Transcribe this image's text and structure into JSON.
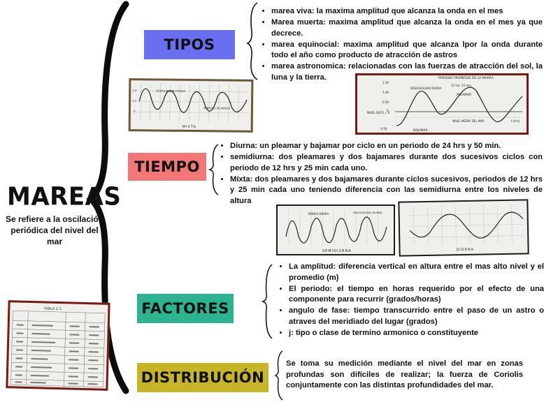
{
  "main": {
    "title": "MAREAS",
    "subtitle": "Se refiere a la oscilación periódica del nivel del mar"
  },
  "sections": {
    "tipos": {
      "label": "TIPOS",
      "color": "#6a6ff2",
      "items": [
        "marea viva: la maxima amplitud que alcanza la onda en el mes",
        "Marea muerta: maxima amplitud que alcanza la onda en el mes ya que decrece.",
        "marea equinocial: maxima amplitud que alcanza lpor la onda durante todo el año como producto de atracción de astros",
        "marea astronomica: relacionadas con las fuerzas de atracción del sol, la luna y la tierra."
      ]
    },
    "tiempo": {
      "label": "TIEMPO",
      "color": "#f37777",
      "items": [
        "Diurna: un pleamar y bajamar por ciclo en un periodo de 24 hrs y 50 min.",
        "semidiurna: dos pleamares y dos bajamares durante dos sucesivos ciclos con periodo de 12 hrs y 25 min cada uno.",
        "Mixta: dos pleamares y dos bajamares durante ciclos sucesivos, periodos de 12 hrs y 25 min cada uno teniendo diferencia con las semidiurna entre los niveles de altura"
      ]
    },
    "factores": {
      "label": "FACTORES",
      "color": "#2bb48f",
      "items": [
        "La amplitud: diferencia vertical en altura entre el mas alto nivel y el promedio (m)",
        "El periodo: el tiempo en horas requerido por el efecto de una componente para recurrir (grados/horas)",
        "angulo de fase: tiempo transcurrido entre el paso de un astro o atraves del meridiado del lugar (grados)",
        "j: tipo o clase de termino armonico o constituyente"
      ]
    },
    "distribucion": {
      "label": "DISTRIBUCIÓN",
      "color": "#c6b526",
      "text": "Se toma su medición mediante el nivel del mar en zonas profundas son difíciles de realizar; la fuerza de Coriolis conjuntamente con las distintas profundidades del mar."
    }
  },
  "figures": {
    "mixta": {
      "caption": "MIXTA",
      "ann1": "DESIGUALDAD DIARIA",
      "ann2": "PERIODO DE MAREA",
      "yticks": [
        "1.0",
        "0.5",
        "0"
      ]
    },
    "periodo": {
      "header": "PERIODO PROMEDIO DE LA MAREA",
      "duration": "12 hrs. 25 min.",
      "desigualdad": "DESIGUALDAD DIARIA",
      "pleamar": "PLEAMAR",
      "bajamar": "BAJAMAR",
      "nivel_dato": "NIVEL DATO = 0",
      "nivel_medio": "NIVEL MEDIO DEL MAR",
      "time_axis": "t (hrs)",
      "yticks": [
        "1.50",
        "1.00",
        "0.50",
        "0",
        "-0.50"
      ]
    },
    "semidiurna": {
      "caption": "SEMIDIURNA",
      "ann1": "MAREA DIARIA",
      "ann2": "DESIGUALDAD DIURNA"
    },
    "diurna": {
      "caption": "DIURNA"
    },
    "tabla": {
      "title": "TABLA 2.1"
    }
  }
}
